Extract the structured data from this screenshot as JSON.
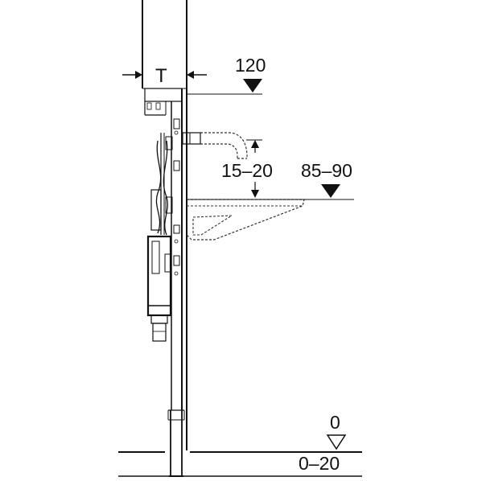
{
  "labels": {
    "depth": "T",
    "height_top": "120",
    "spout_offset": "15–20",
    "basin_rim": "85–90",
    "floor_zero": "0",
    "floor_range": "0–20"
  },
  "colors": {
    "line": "#111111",
    "dashed": "#333333",
    "background": "#ffffff"
  }
}
